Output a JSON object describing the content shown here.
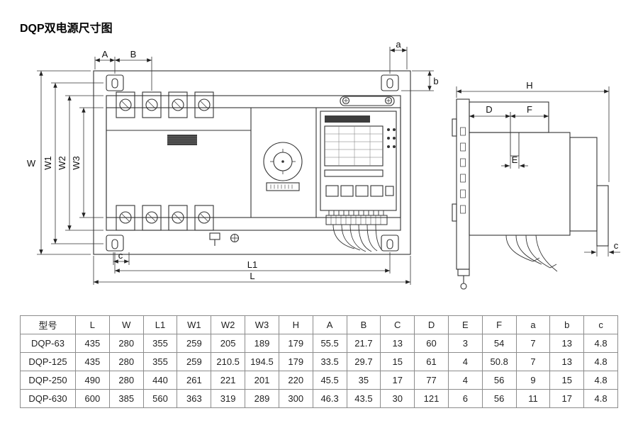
{
  "page": {
    "title": "DQP双电源尺寸图"
  },
  "drawing": {
    "front": {
      "A": "A",
      "B": "B",
      "a": "a",
      "b": "b",
      "c": "c",
      "W": "W",
      "W1": "W1",
      "W2": "W2",
      "W3": "W3",
      "L1": "L1",
      "L": "L"
    },
    "side": {
      "H": "H",
      "D": "D",
      "E": "E",
      "F": "F",
      "c": "c"
    }
  },
  "table": {
    "headers": [
      "型号",
      "L",
      "W",
      "L1",
      "W1",
      "W2",
      "W3",
      "H",
      "A",
      "B",
      "C",
      "D",
      "E",
      "F",
      "a",
      "b",
      "c"
    ],
    "rows": [
      [
        "DQP-63",
        "435",
        "280",
        "355",
        "259",
        "205",
        "189",
        "179",
        "55.5",
        "21.7",
        "13",
        "60",
        "3",
        "54",
        "7",
        "13",
        "4.8"
      ],
      [
        "DQP-125",
        "435",
        "280",
        "355",
        "259",
        "210.5",
        "194.5",
        "179",
        "33.5",
        "29.7",
        "15",
        "61",
        "4",
        "50.8",
        "7",
        "13",
        "4.8"
      ],
      [
        "DQP-250",
        "490",
        "280",
        "440",
        "261",
        "221",
        "201",
        "220",
        "45.5",
        "35",
        "17",
        "77",
        "4",
        "56",
        "9",
        "15",
        "4.8"
      ],
      [
        "DQP-630",
        "600",
        "385",
        "560",
        "363",
        "319",
        "289",
        "300",
        "46.3",
        "43.5",
        "30",
        "121",
        "6",
        "56",
        "11",
        "17",
        "4.8"
      ]
    ]
  }
}
